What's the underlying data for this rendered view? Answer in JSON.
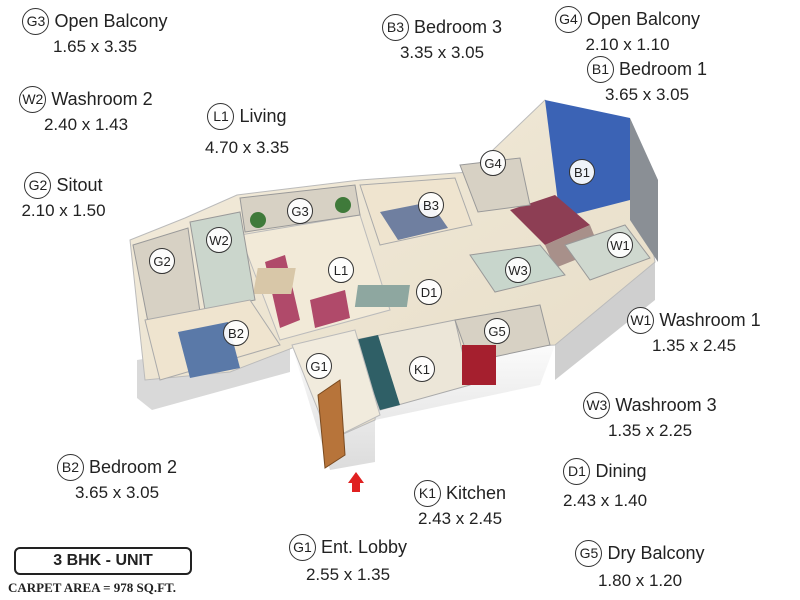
{
  "unit": {
    "title": "3 BHK - UNIT",
    "carpet_area": "CARPET AREA = 978 SQ.FT."
  },
  "rooms": {
    "g3": {
      "code": "G3",
      "name": "Open Balcony",
      "dims": "1.65 x 3.35"
    },
    "w2": {
      "code": "W2",
      "name": "Washroom 2",
      "dims": "2.40 x 1.43"
    },
    "g2": {
      "code": "G2",
      "name": "Sitout",
      "dims": "2.10 x 1.50"
    },
    "l1": {
      "code": "L1",
      "name": "Living",
      "dims": "4.70 x 3.35"
    },
    "b3": {
      "code": "B3",
      "name": "Bedroom 3",
      "dims": "3.35 x 3.05"
    },
    "g4": {
      "code": "G4",
      "name": "Open Balcony",
      "dims": "2.10 x 1.10"
    },
    "b1": {
      "code": "B1",
      "name": "Bedroom 1",
      "dims": "3.65 x 3.05"
    },
    "w1": {
      "code": "W1",
      "name": "Washroom 1",
      "dims": "1.35 x 2.45"
    },
    "w3": {
      "code": "W3",
      "name": "Washroom 3",
      "dims": "1.35 x 2.25"
    },
    "d1": {
      "code": "D1",
      "name": "Dining",
      "dims": "2.43 x 1.40"
    },
    "b2": {
      "code": "B2",
      "name": "Bedroom 2",
      "dims": "3.65 x 3.05"
    },
    "k1": {
      "code": "K1",
      "name": "Kitchen",
      "dims": "2.43 x 2.45"
    },
    "g1": {
      "code": "G1",
      "name": "Ent. Lobby",
      "dims": "2.55 x 1.35"
    },
    "g5": {
      "code": "G5",
      "name": "Dry Balcony",
      "dims": "1.80 x 1.20"
    }
  },
  "colors": {
    "floor": "#efe6d3",
    "wall": "#f7f7f7",
    "accent_wall": "#3b63b5",
    "sofa": "#b04a6a",
    "door": "#b7743a",
    "entry_arrow": "#e02020"
  }
}
